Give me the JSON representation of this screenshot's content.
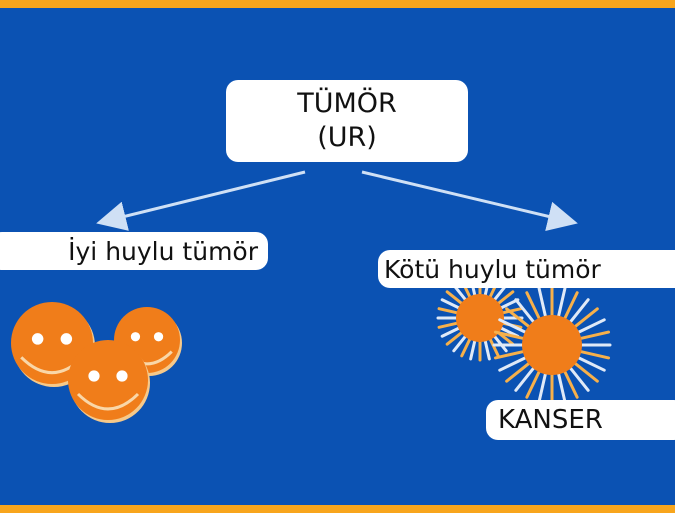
{
  "root": {
    "line1": "TÜMÖR",
    "line2": "(UR)"
  },
  "benign": {
    "label": "İyi huylu tümör"
  },
  "malignant": {
    "label": "Kötü huylu tümör",
    "sub_label": "KANSER"
  },
  "colors": {
    "background": "#0b52b3",
    "border": "#f8a51c",
    "cell": "#f07d1a"
  }
}
